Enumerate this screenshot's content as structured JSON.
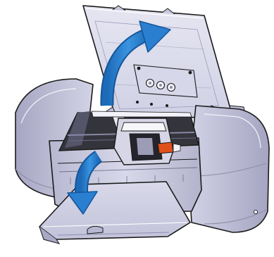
{
  "illustration": {
    "subject": "inkjet-printer-with-covers-open",
    "arrows": [
      {
        "name": "open-top-cover",
        "direction": "up-right"
      },
      {
        "name": "open-paper-output-tray",
        "direction": "down"
      }
    ],
    "colors": {
      "body": "#cfcfe6",
      "body_shadow": "#a9a9c8",
      "body_dark": "#8a8aa8",
      "cover_inner": "#e3e3f0",
      "outline": "#1a1a1a",
      "arrow": "#2277c8",
      "arrow_dark": "#15569a",
      "interior": "#303038",
      "accent": "#e0501c"
    }
  }
}
